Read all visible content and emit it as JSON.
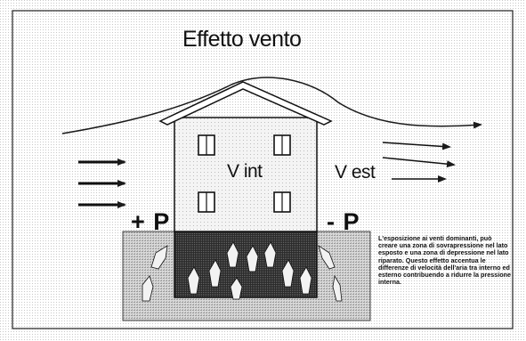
{
  "diagram": {
    "title": "Effetto vento",
    "labels": {
      "v_int": "V int",
      "v_est": "V est",
      "p_plus": "+ P",
      "p_minus": "- P"
    },
    "note": "L'esposizione ai venti dominanti, può creare una zona di sovrapressione nel lato esposto e una zona di depressione nel lato riparato. Questo effetto accentua le differenze di velocità dell'aria tra interno ed esterno contribuendo a ridurre la pressione interna."
  }
}
